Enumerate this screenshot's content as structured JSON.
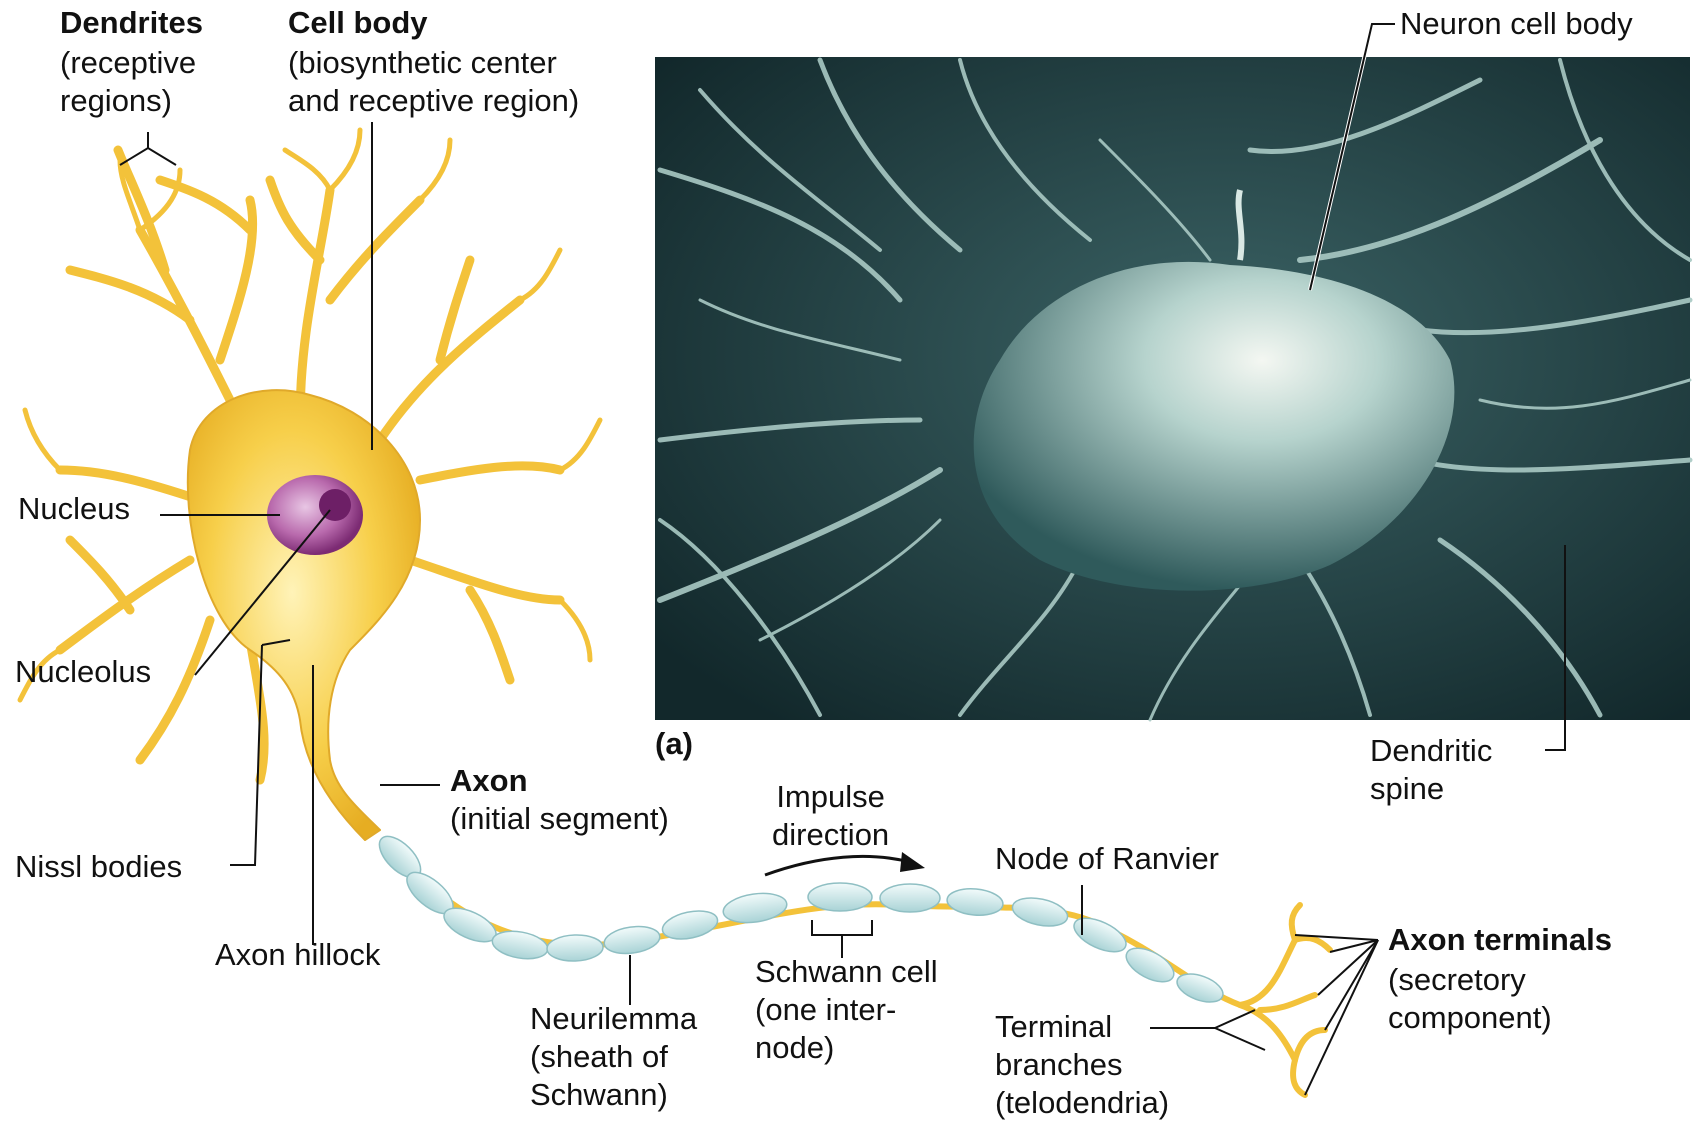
{
  "labels": {
    "dendrites_title": "Dendrites",
    "dendrites_sub": "(receptive\nregions)",
    "cell_body_title": "Cell body",
    "cell_body_sub": "(biosynthetic center\nand receptive region)",
    "neuron_cell_body": "Neuron cell body",
    "nucleus": "Nucleus",
    "nucleolus": "Nucleolus",
    "nissl_bodies": "Nissl bodies",
    "axon_hillock": "Axon hillock",
    "axon_title": "Axon",
    "axon_sub": "(initial segment)",
    "impulse_direction": "Impulse\ndirection",
    "node_of_ranvier": "Node of Ranvier",
    "schwann_cell": "Schwann cell\n(one inter-\nnode)",
    "neurilemma": "Neurilemma\n(sheath of\nSchwann)",
    "terminal_branches": "Terminal\nbranches\n(telodendria)",
    "axon_terminals_title": "Axon terminals",
    "axon_terminals_sub": "(secretory\ncomponent)",
    "dendritic_spine": "Dendritic\nspine",
    "panel_a": "(a)"
  },
  "colors": {
    "neuron": "#f5c842",
    "neuron_stroke": "#d9a41c",
    "nucleus": "#9b3f8f",
    "myelin": "#d8eef0",
    "micrograph_bg": "#203f44",
    "micrograph_cell": "#9fc4c0"
  }
}
